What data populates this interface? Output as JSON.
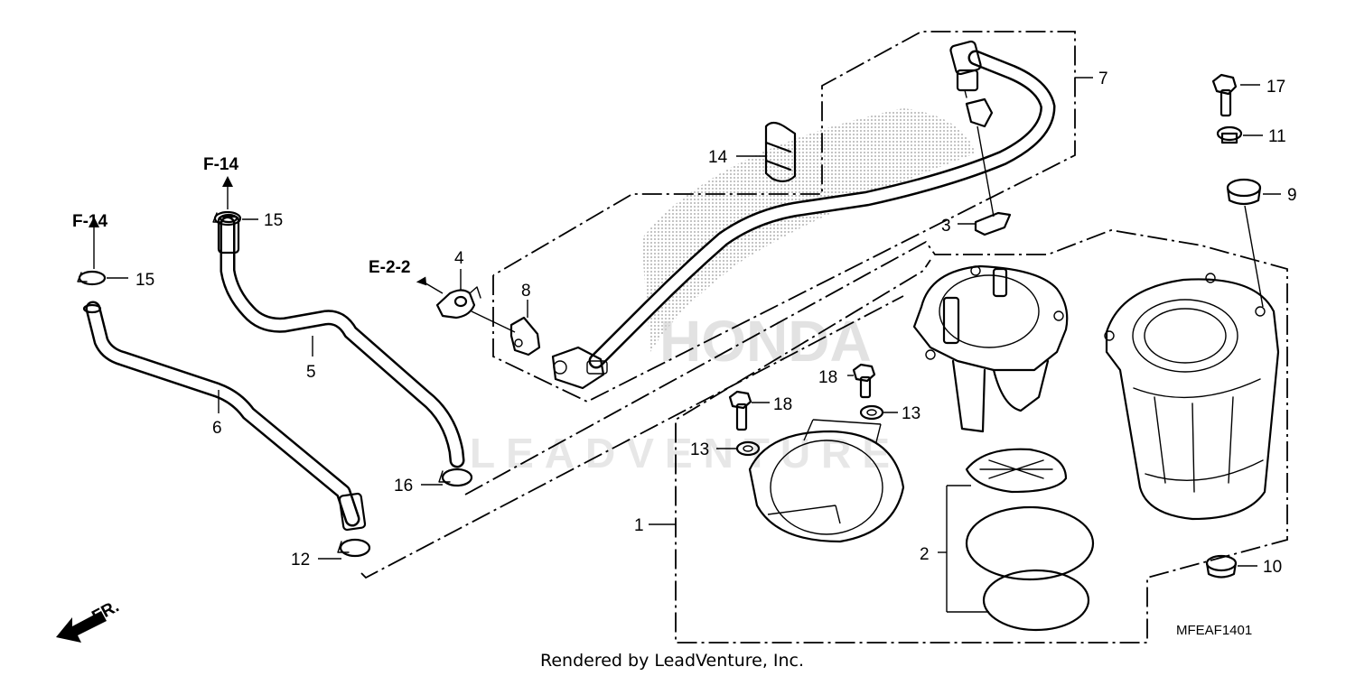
{
  "callouts": [
    {
      "id": "1",
      "label": "1"
    },
    {
      "id": "2",
      "label": "2"
    },
    {
      "id": "3",
      "label": "3"
    },
    {
      "id": "4",
      "label": "4"
    },
    {
      "id": "5",
      "label": "5"
    },
    {
      "id": "6",
      "label": "6"
    },
    {
      "id": "7",
      "label": "7"
    },
    {
      "id": "8",
      "label": "8"
    },
    {
      "id": "9",
      "label": "9"
    },
    {
      "id": "10",
      "label": "10"
    },
    {
      "id": "11",
      "label": "11"
    },
    {
      "id": "12",
      "label": "12"
    },
    {
      "id": "13a",
      "label": "13"
    },
    {
      "id": "13b",
      "label": "13"
    },
    {
      "id": "14",
      "label": "14"
    },
    {
      "id": "15a",
      "label": "15"
    },
    {
      "id": "15b",
      "label": "15"
    },
    {
      "id": "16",
      "label": "16"
    },
    {
      "id": "17",
      "label": "17"
    },
    {
      "id": "18a",
      "label": "18"
    },
    {
      "id": "18b",
      "label": "18"
    }
  ],
  "references": [
    {
      "id": "f14a",
      "label": "F-14"
    },
    {
      "id": "f14b",
      "label": "F-14"
    },
    {
      "id": "e22",
      "label": "E-2-2"
    }
  ],
  "direction_label": "FR.",
  "diagram_code": "MFEAF1401",
  "credit": "Rendered by LeadVenture, Inc.",
  "watermark": {
    "brand": "HONDA",
    "vendor": "LEADVENTURE"
  }
}
